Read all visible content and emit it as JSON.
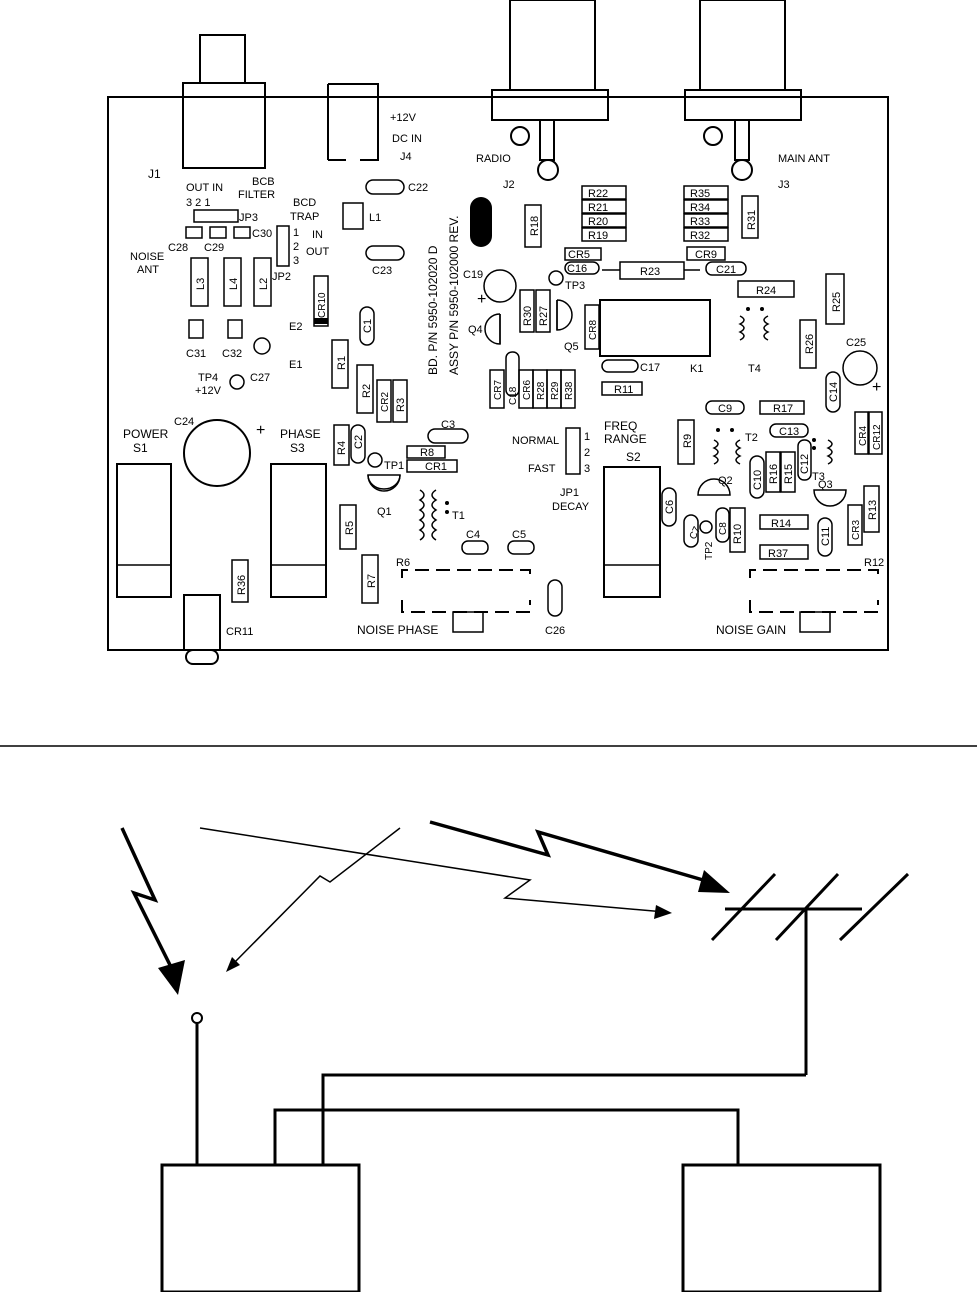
{
  "pcb": {
    "version_text_1": "BD. P/N 5950-102020 D",
    "version_text_2": "ASSY P/N 5950-102000 REV.",
    "connectors": {
      "j1": "J1",
      "j2": "J2",
      "j3": "J3",
      "j4": "J4",
      "radio": "RADIO",
      "main_ant": "MAIN ANT",
      "dc_v": "+12V",
      "dc_in": "DC IN"
    },
    "labels": {
      "bcb_1": "BCB",
      "bcb_2": "FILTER",
      "out_in": "OUT  IN",
      "jp3_pins": "3  2  1",
      "jp3": "JP3",
      "bcd_1": "BCD",
      "bcd_2": "TRAP",
      "jp2_pin1": "1",
      "jp2_pin2": "2",
      "jp2_pin3": "3",
      "jp2": "JP2",
      "in": "IN",
      "out": "OUT",
      "noise_ant_1": "NOISE",
      "noise_ant_2": "ANT",
      "e1": "E1",
      "e2": "E2",
      "tp1": "TP1",
      "tp2": "TP2",
      "tp3": "TP3",
      "tp4": "TP4",
      "tp4_v": "+12V",
      "power": "POWER",
      "s1": "S1",
      "phase": "PHASE",
      "s3": "S3",
      "freq": "FREQ",
      "range": "RANGE",
      "s2": "S2",
      "normal": "NORMAL",
      "fast": "FAST",
      "jp1_pin1": "1",
      "jp1_pin2": "2",
      "jp1_pin3": "3",
      "jp1": "JP1",
      "decay": "DECAY",
      "noise_phase": "NOISE PHASE",
      "noise_gain": "NOISE GAIN",
      "r6": "R6",
      "r12": "R12",
      "cr11": "CR11",
      "k1": "K1",
      "t4": "T4",
      "t1": "T1",
      "t2": "T2",
      "t3": "T3",
      "q1": "Q1",
      "q2": "Q2",
      "q3": "Q3",
      "q4": "Q4",
      "q5": "Q5",
      "l1": "L1",
      "l2": "L2",
      "l3": "L3",
      "l4": "L4",
      "c1": "C1",
      "c2": "C2",
      "c3": "C3",
      "c4": "C4",
      "c5": "C5",
      "c6": "C6",
      "c7": "C7",
      "c8": "C8",
      "c9": "C9",
      "c10": "C10",
      "c11": "C11",
      "c12": "C12",
      "c13": "C13",
      "c14": "C14",
      "c16": "C16",
      "c17": "C17",
      "c18": "C18",
      "c19": "C19",
      "c21": "C21",
      "c22": "C22",
      "c23": "C23",
      "c24": "C24",
      "c25": "C25",
      "c26": "C26",
      "c27": "C27",
      "c28": "C28",
      "c29": "C29",
      "c30": "C30",
      "c31": "C31",
      "c32": "C32",
      "r1": "R1",
      "r2": "R2",
      "r3": "R3",
      "r4": "R4",
      "r5": "R5",
      "r7": "R7",
      "r8": "R8",
      "r9": "R9",
      "r10": "R10",
      "r11": "R11",
      "r13": "R13",
      "r14": "R14",
      "r15": "R15",
      "r16": "R16",
      "r17": "R17",
      "r18": "R18",
      "r19": "R19",
      "r20": "R20",
      "r21": "R21",
      "r22": "R22",
      "r23": "R23",
      "r24": "R24",
      "r25": "R25",
      "r26": "R26",
      "r27": "R27",
      "r28": "R28",
      "r29": "R29",
      "r30": "R30",
      "r31": "R31",
      "r32": "R32",
      "r33": "R33",
      "r34": "R34",
      "r35": "R35",
      "r36": "R36",
      "r37": "R37",
      "r38": "R38",
      "cr1": "CR1",
      "cr2": "CR2",
      "cr3": "CR3",
      "cr4": "CR4",
      "cr5": "CR5",
      "cr6": "CR6",
      "cr7": "CR7",
      "cr8": "CR8",
      "cr9": "CR9",
      "cr10": "CR10",
      "cr12": "CR12",
      "plus": "+"
    }
  }
}
